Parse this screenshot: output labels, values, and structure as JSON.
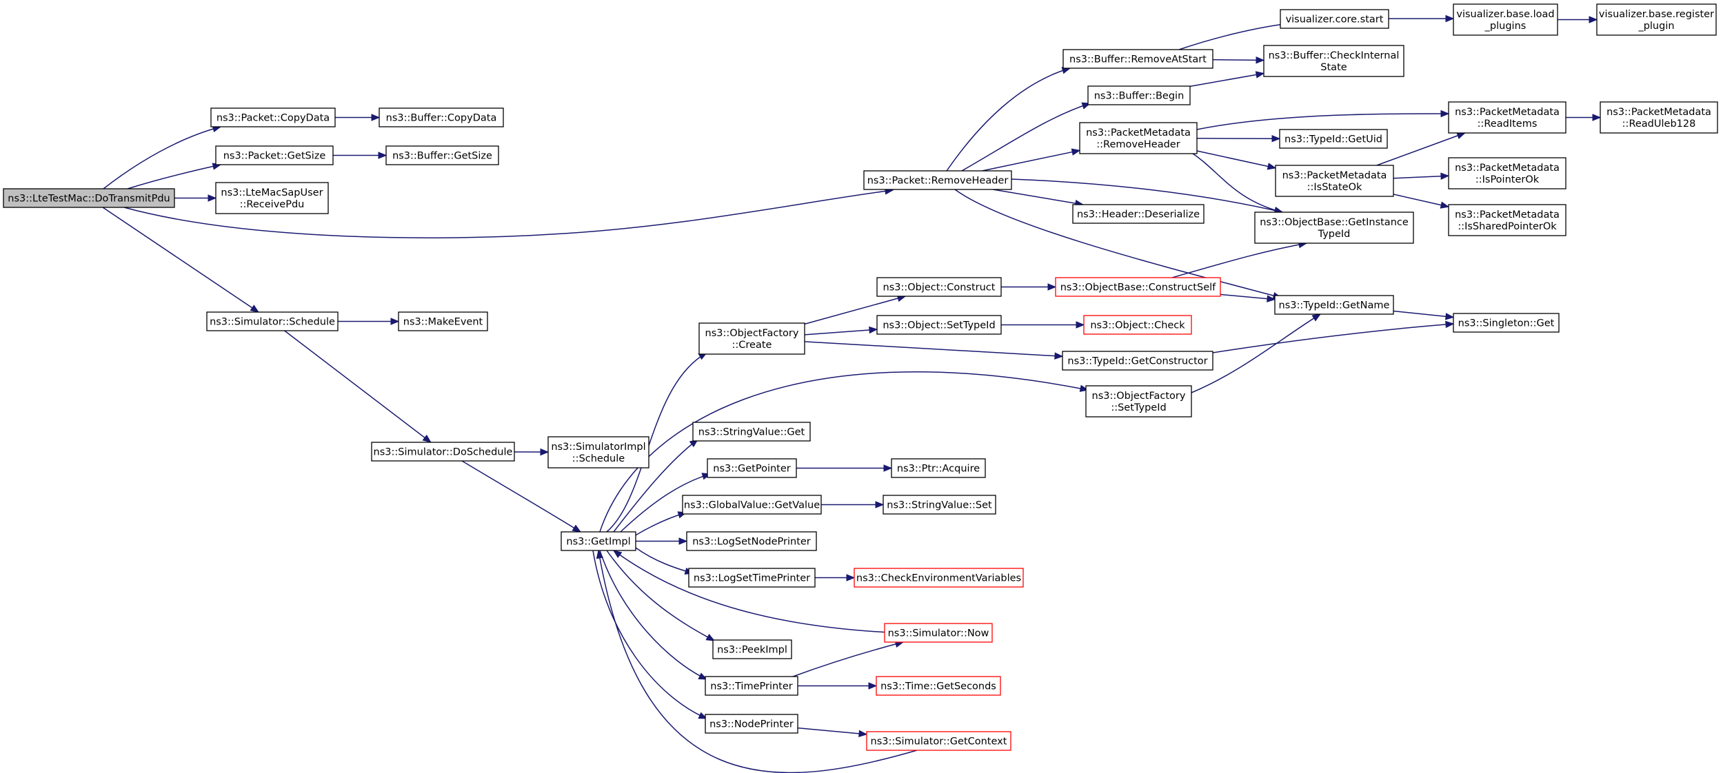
{
  "colors": {
    "edge": "#191970",
    "node_border": "#000000",
    "node_truncated_border": "#ff0000",
    "root_fill": "#bfbfbf",
    "node_fill": "#ffffff"
  },
  "nodes": [
    {
      "id": "root",
      "lines": [
        "ns3::LteTestMac::DoTransmitPdu"
      ],
      "style": "root"
    },
    {
      "id": "packet_copydata",
      "lines": [
        "ns3::Packet::CopyData"
      ],
      "style": "normal"
    },
    {
      "id": "buffer_copydata",
      "lines": [
        "ns3::Buffer::CopyData"
      ],
      "style": "normal"
    },
    {
      "id": "packet_getsize",
      "lines": [
        "ns3::Packet::GetSize"
      ],
      "style": "normal"
    },
    {
      "id": "buffer_getsize",
      "lines": [
        "ns3::Buffer::GetSize"
      ],
      "style": "normal"
    },
    {
      "id": "ltemacsapuser_receivepdu",
      "lines": [
        "ns3::LteMacSapUser",
        "::ReceivePdu"
      ],
      "style": "normal"
    },
    {
      "id": "simulator_schedule",
      "lines": [
        "ns3::Simulator::Schedule"
      ],
      "style": "normal"
    },
    {
      "id": "makeevent",
      "lines": [
        "ns3::MakeEvent"
      ],
      "style": "normal"
    },
    {
      "id": "simulator_doschedule",
      "lines": [
        "ns3::Simulator::DoSchedule"
      ],
      "style": "normal"
    },
    {
      "id": "simulatorimpl_schedule",
      "lines": [
        "ns3::SimulatorImpl",
        "::Schedule"
      ],
      "style": "normal"
    },
    {
      "id": "getimpl",
      "lines": [
        "ns3::GetImpl"
      ],
      "style": "normal"
    },
    {
      "id": "packet_removeheader",
      "lines": [
        "ns3::Packet::RemoveHeader"
      ],
      "style": "normal"
    },
    {
      "id": "buffer_removeatstart",
      "lines": [
        "ns3::Buffer::RemoveAtStart"
      ],
      "style": "normal"
    },
    {
      "id": "buffer_begin",
      "lines": [
        "ns3::Buffer::Begin"
      ],
      "style": "normal"
    },
    {
      "id": "packetmetadata_removeheader",
      "lines": [
        "ns3::PacketMetadata",
        "::RemoveHeader"
      ],
      "style": "normal"
    },
    {
      "id": "header_deserialize",
      "lines": [
        "ns3::Header::Deserialize"
      ],
      "style": "normal"
    },
    {
      "id": "visualizer_core_start",
      "lines": [
        "visualizer.core.start"
      ],
      "style": "normal"
    },
    {
      "id": "visualizer_base_load_plugins",
      "lines": [
        "visualizer.base.load",
        "_plugins"
      ],
      "style": "normal"
    },
    {
      "id": "visualizer_base_register_plugin",
      "lines": [
        "visualizer.base.register",
        "_plugin"
      ],
      "style": "normal"
    },
    {
      "id": "buffer_checkinternalstate",
      "lines": [
        "ns3::Buffer::CheckInternal",
        "State"
      ],
      "style": "normal"
    },
    {
      "id": "typeid_getuid",
      "lines": [
        "ns3::TypeId::GetUid"
      ],
      "style": "normal"
    },
    {
      "id": "packetmetadata_isstateok",
      "lines": [
        "ns3::PacketMetadata",
        "::IsStateOk"
      ],
      "style": "normal"
    },
    {
      "id": "objectbase_getinstancetypeid",
      "lines": [
        "ns3::ObjectBase::GetInstance",
        "TypeId"
      ],
      "style": "normal"
    },
    {
      "id": "packetmetadata_readitems",
      "lines": [
        "ns3::PacketMetadata",
        "::ReadItems"
      ],
      "style": "normal"
    },
    {
      "id": "packetmetadata_readuleb128",
      "lines": [
        "ns3::PacketMetadata",
        "::ReadUleb128"
      ],
      "style": "normal"
    },
    {
      "id": "packetmetadata_ispointerok",
      "lines": [
        "ns3::PacketMetadata",
        "::IsPointerOk"
      ],
      "style": "normal"
    },
    {
      "id": "packetmetadata_issharedpointerok",
      "lines": [
        "ns3::PacketMetadata",
        "::IsSharedPointerOk"
      ],
      "style": "normal"
    },
    {
      "id": "typeid_getname",
      "lines": [
        "ns3::TypeId::GetName"
      ],
      "style": "normal"
    },
    {
      "id": "singleton_get",
      "lines": [
        "ns3::Singleton::Get"
      ],
      "style": "normal"
    },
    {
      "id": "objectfactory_create",
      "lines": [
        "ns3::ObjectFactory",
        "::Create"
      ],
      "style": "normal"
    },
    {
      "id": "object_construct",
      "lines": [
        "ns3::Object::Construct"
      ],
      "style": "normal"
    },
    {
      "id": "object_settypeid",
      "lines": [
        "ns3::Object::SetTypeId"
      ],
      "style": "normal"
    },
    {
      "id": "objectbase_constructself",
      "lines": [
        "ns3::ObjectBase::ConstructSelf"
      ],
      "style": "truncated"
    },
    {
      "id": "object_check",
      "lines": [
        "ns3::Object::Check"
      ],
      "style": "truncated"
    },
    {
      "id": "typeid_getconstructor",
      "lines": [
        "ns3::TypeId::GetConstructor"
      ],
      "style": "normal"
    },
    {
      "id": "objectfactory_settypeid",
      "lines": [
        "ns3::ObjectFactory",
        "::SetTypeId"
      ],
      "style": "normal"
    },
    {
      "id": "stringvalue_get",
      "lines": [
        "ns3::StringValue::Get"
      ],
      "style": "normal"
    },
    {
      "id": "getpointer",
      "lines": [
        "ns3::GetPointer"
      ],
      "style": "normal"
    },
    {
      "id": "ptr_acquire",
      "lines": [
        "ns3::Ptr::Acquire"
      ],
      "style": "normal"
    },
    {
      "id": "globalvalue_getvalue",
      "lines": [
        "ns3::GlobalValue::GetValue"
      ],
      "style": "normal"
    },
    {
      "id": "stringvalue_set",
      "lines": [
        "ns3::StringValue::Set"
      ],
      "style": "normal"
    },
    {
      "id": "logsetnodeprinter",
      "lines": [
        "ns3::LogSetNodePrinter"
      ],
      "style": "normal"
    },
    {
      "id": "logsettimeprinter",
      "lines": [
        "ns3::LogSetTimePrinter"
      ],
      "style": "normal"
    },
    {
      "id": "checkenvironmentvariables",
      "lines": [
        "ns3::CheckEnvironmentVariables"
      ],
      "style": "truncated"
    },
    {
      "id": "simulator_now",
      "lines": [
        "ns3::Simulator::Now"
      ],
      "style": "truncated"
    },
    {
      "id": "peekimpl",
      "lines": [
        "ns3::PeekImpl"
      ],
      "style": "normal"
    },
    {
      "id": "timeprinter",
      "lines": [
        "ns3::TimePrinter"
      ],
      "style": "normal"
    },
    {
      "id": "time_getseconds",
      "lines": [
        "ns3::Time::GetSeconds"
      ],
      "style": "truncated"
    },
    {
      "id": "nodeprinter",
      "lines": [
        "ns3::NodePrinter"
      ],
      "style": "normal"
    },
    {
      "id": "simulator_getcontext",
      "lines": [
        "ns3::Simulator::GetContext"
      ],
      "style": "truncated"
    }
  ],
  "edges": [
    [
      "root",
      "packet_copydata"
    ],
    [
      "root",
      "packet_getsize"
    ],
    [
      "root",
      "ltemacsapuser_receivepdu"
    ],
    [
      "root",
      "packet_removeheader"
    ],
    [
      "root",
      "simulator_schedule"
    ],
    [
      "packet_copydata",
      "buffer_copydata"
    ],
    [
      "packet_getsize",
      "buffer_getsize"
    ],
    [
      "simulator_schedule",
      "makeevent"
    ],
    [
      "simulator_schedule",
      "simulator_doschedule"
    ],
    [
      "simulator_doschedule",
      "simulatorimpl_schedule"
    ],
    [
      "simulator_doschedule",
      "getimpl"
    ],
    [
      "packet_removeheader",
      "buffer_removeatstart"
    ],
    [
      "packet_removeheader",
      "buffer_begin"
    ],
    [
      "packet_removeheader",
      "packetmetadata_removeheader"
    ],
    [
      "packet_removeheader",
      "header_deserialize"
    ],
    [
      "packet_removeheader",
      "objectbase_getinstancetypeid"
    ],
    [
      "packet_removeheader",
      "typeid_getname"
    ],
    [
      "buffer_removeatstart",
      "visualizer_core_start"
    ],
    [
      "buffer_removeatstart",
      "buffer_checkinternalstate"
    ],
    [
      "visualizer_core_start",
      "visualizer_base_load_plugins"
    ],
    [
      "visualizer_base_load_plugins",
      "visualizer_base_register_plugin"
    ],
    [
      "buffer_begin",
      "buffer_checkinternalstate"
    ],
    [
      "packetmetadata_removeheader",
      "packetmetadata_readitems"
    ],
    [
      "packetmetadata_removeheader",
      "typeid_getuid"
    ],
    [
      "packetmetadata_removeheader",
      "packetmetadata_isstateok"
    ],
    [
      "packetmetadata_removeheader",
      "objectbase_getinstancetypeid"
    ],
    [
      "packetmetadata_isstateok",
      "packetmetadata_readitems"
    ],
    [
      "packetmetadata_isstateok",
      "packetmetadata_ispointerok"
    ],
    [
      "packetmetadata_isstateok",
      "packetmetadata_issharedpointerok"
    ],
    [
      "packetmetadata_readitems",
      "packetmetadata_readuleb128"
    ],
    [
      "typeid_getname",
      "singleton_get"
    ],
    [
      "getimpl",
      "objectfactory_create"
    ],
    [
      "getimpl",
      "objectfactory_settypeid"
    ],
    [
      "getimpl",
      "stringvalue_get"
    ],
    [
      "getimpl",
      "getpointer"
    ],
    [
      "getimpl",
      "globalvalue_getvalue"
    ],
    [
      "getimpl",
      "logsetnodeprinter"
    ],
    [
      "getimpl",
      "logsettimeprinter"
    ],
    [
      "getimpl",
      "peekimpl"
    ],
    [
      "getimpl",
      "timeprinter"
    ],
    [
      "getimpl",
      "nodeprinter"
    ],
    [
      "simulator_now",
      "getimpl"
    ],
    [
      "simulator_getcontext",
      "getimpl"
    ],
    [
      "objectfactory_create",
      "object_construct"
    ],
    [
      "objectfactory_create",
      "object_settypeid"
    ],
    [
      "objectfactory_create",
      "typeid_getconstructor"
    ],
    [
      "object_construct",
      "objectbase_constructself"
    ],
    [
      "object_settypeid",
      "object_check"
    ],
    [
      "objectbase_constructself",
      "objectbase_getinstancetypeid"
    ],
    [
      "objectbase_constructself",
      "typeid_getname"
    ],
    [
      "typeid_getconstructor",
      "singleton_get"
    ],
    [
      "objectfactory_settypeid",
      "typeid_getname"
    ],
    [
      "getpointer",
      "ptr_acquire"
    ],
    [
      "globalvalue_getvalue",
      "stringvalue_set"
    ],
    [
      "logsettimeprinter",
      "checkenvironmentvariables"
    ],
    [
      "timeprinter",
      "simulator_now"
    ],
    [
      "timeprinter",
      "time_getseconds"
    ],
    [
      "nodeprinter",
      "simulator_getcontext"
    ]
  ]
}
